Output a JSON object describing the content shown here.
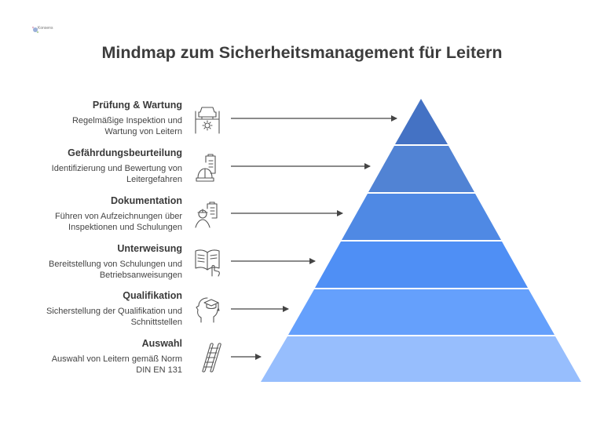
{
  "logo": {
    "text": "Konsens"
  },
  "title": "Mindmap zum Sicherheitsmanagement für Leitern",
  "levels": [
    {
      "title": "Prüfung & Wartung",
      "desc1": "Regelmäßige Inspektion und",
      "desc2": "Wartung von Leitern",
      "icon": "car-lift-gear-icon",
      "color": "#4472C4"
    },
    {
      "title": "Gefährdungsbeurteilung",
      "desc1": "Identifizierung und Bewertung von",
      "desc2": "Leitergefahren",
      "icon": "hardhat-clipboard-icon",
      "color": "#5183D4"
    },
    {
      "title": "Dokumentation",
      "desc1": "Führen von Aufzeichnungen über",
      "desc2": "Inspektionen und Schulungen",
      "icon": "worker-clipboard-icon",
      "color": "#4F89E4"
    },
    {
      "title": "Unterweisung",
      "desc1": "Bereitstellung von Schulungen und",
      "desc2": "Betriebsanweisungen",
      "icon": "book-hand-icon",
      "color": "#4F8FF5"
    },
    {
      "title": "Qualifikation",
      "desc1": "Sicherstellung der Qualifikation und",
      "desc2": "Schnittstellen",
      "icon": "head-graduation-cap-icon",
      "color": "#65A0FC"
    },
    {
      "title": "Auswahl",
      "desc1": "Auswahl von Leitern gemäß Norm",
      "desc2": "DIN EN 131",
      "icon": "ladder-icon",
      "color": "#97BEFD"
    }
  ]
}
